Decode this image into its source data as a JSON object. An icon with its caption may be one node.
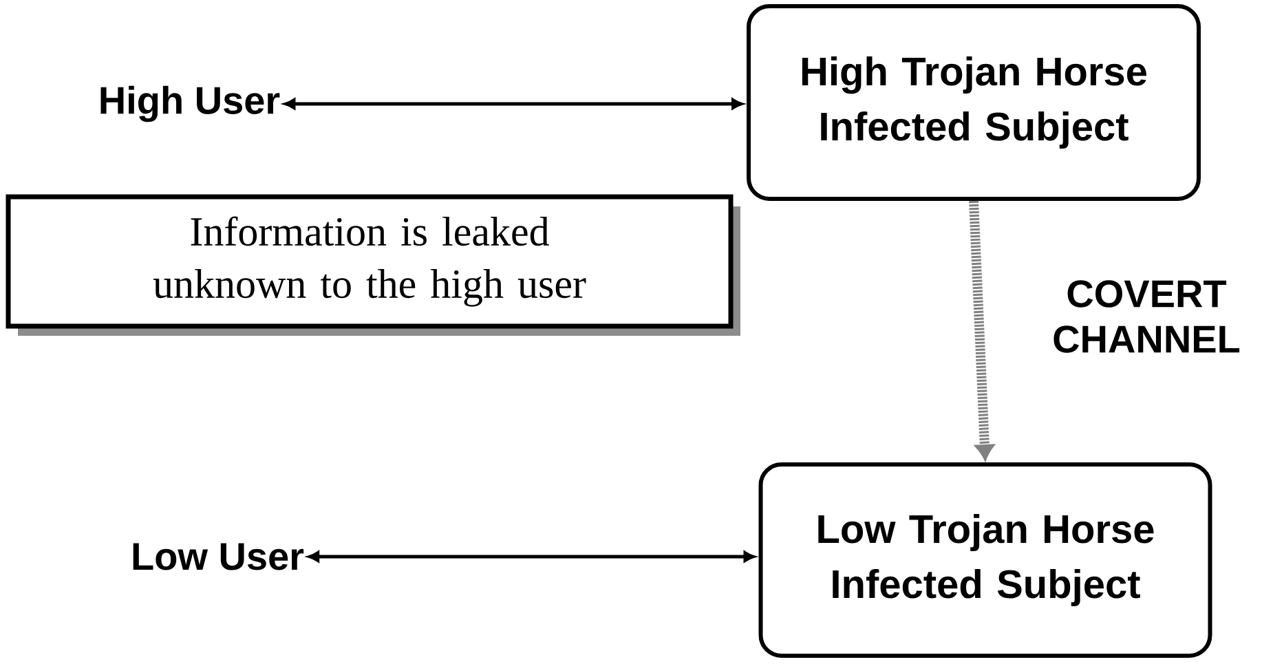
{
  "diagram": {
    "nodes": [
      {
        "text": [
          "High User"
        ]
      },
      {
        "text": [
          "High Trojan Horse Infected Subject"
        ]
      },
      {
        "text": [
          "Information is leaked unknown to the high user"
        ]
      },
      {
        "text": [
          "Low User"
        ]
      },
      {
        "text": [
          "Low Trojan Horse Infected Subject"
        ]
      }
    ],
    "edges": [
      {
        "from": 0,
        "to": 1,
        "arrow": "both"
      },
      {
        "from": 1,
        "to": 4,
        "arrow": "to",
        "label": "COVERT CHANNEL",
        "style": "dashed",
        "color": "#808080"
      },
      {
        "from": 3,
        "to": 4,
        "arrow": "both"
      }
    ]
  }
}
